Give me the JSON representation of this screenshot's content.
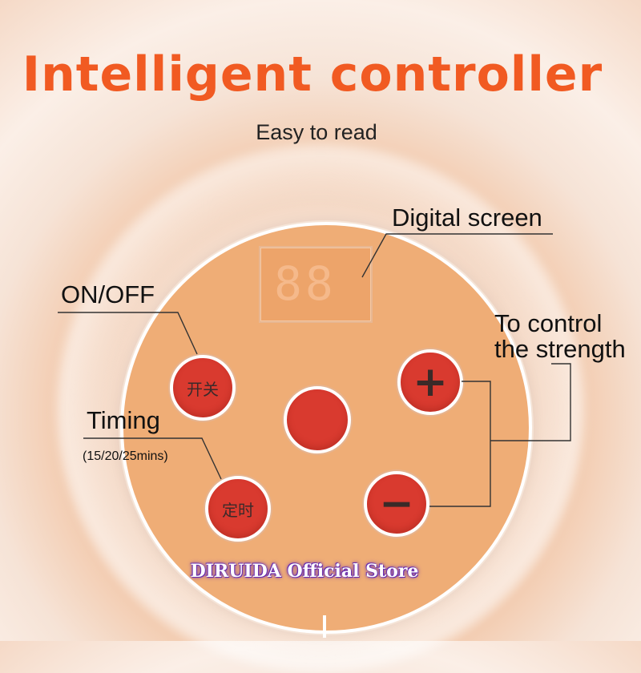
{
  "header": {
    "title": "Intelligent  controller",
    "subtitle": "Easy to read"
  },
  "screen": {
    "label": "Digital screen",
    "digits": "88"
  },
  "buttons": {
    "power": {
      "glyph": "开关"
    },
    "plus": {
      "glyph": "+"
    },
    "center": {
      "glyph": ""
    },
    "timing": {
      "glyph": "定时"
    },
    "minus": {
      "glyph": "−"
    }
  },
  "labels": {
    "onoff": "ON/OFF",
    "strength_line1": "To control",
    "strength_line2": "the strength",
    "timing": "Timing",
    "timing_detail": "(15/20/25mins)"
  },
  "watermark": "DIRUIDA Official Store",
  "colors": {
    "title": "#f15a22",
    "dial": "#efad76",
    "button": "#d93a2f",
    "watermark_outline": "#6a2fb0"
  }
}
